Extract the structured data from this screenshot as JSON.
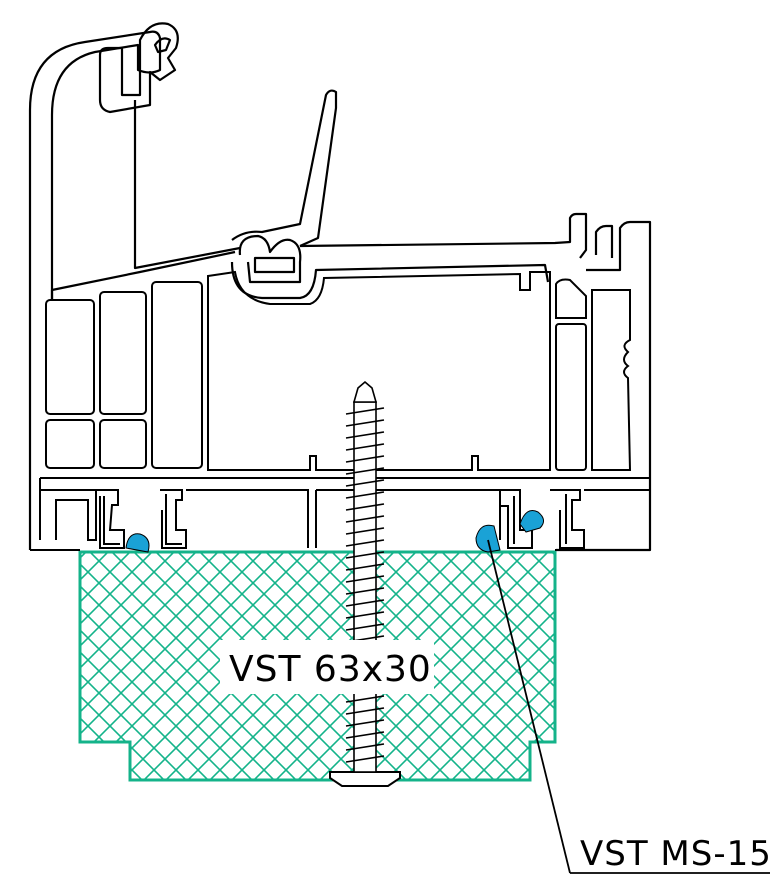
{
  "labels": {
    "block_label": "VST 63x30",
    "sealant_label": "VST MS-15"
  },
  "colors": {
    "line": "#000000",
    "block_outline": "#14b38a",
    "block_hatch": "#14b38a",
    "sealant": "#1aa2d6",
    "background": "#ffffff"
  },
  "icons": {
    "screw": "self-tapping-screw",
    "block": "hatched-support-block",
    "profile": "window-frame-profile-section"
  }
}
